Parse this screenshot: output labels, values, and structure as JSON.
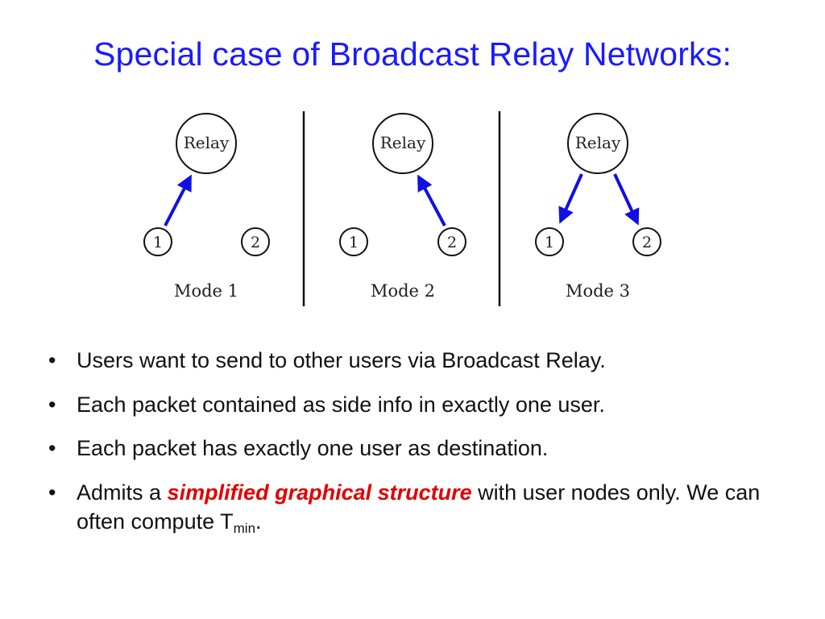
{
  "title": "Special case of Broadcast Relay Networks:",
  "diagram": {
    "relay_label": "Relay",
    "user1_label": "1",
    "user2_label": "2",
    "modes": [
      {
        "label": "Mode 1",
        "arrows": [
          {
            "from": "1",
            "to": "Relay"
          }
        ]
      },
      {
        "label": "Mode 2",
        "arrows": [
          {
            "from": "2",
            "to": "Relay"
          }
        ]
      },
      {
        "label": "Mode 3",
        "arrows": [
          {
            "from": "Relay",
            "to": "1"
          },
          {
            "from": "Relay",
            "to": "2"
          }
        ]
      }
    ],
    "arrow_color": "#1010e0"
  },
  "bullets": {
    "marker": "•",
    "b1": "Users want to send to other users via Broadcast Relay.",
    "b2": "Each packet contained as side info in exactly one user.",
    "b3": "Each packet has exactly one user as destination.",
    "b4_pre": "Admits a ",
    "b4_emph": "simplified graphical structure",
    "b4_mid": " with user nodes only.  We can often compute T",
    "b4_sub": "min",
    "b4_end": "."
  },
  "colors": {
    "title": "#1a1aff",
    "emphasis": "#e00000"
  }
}
